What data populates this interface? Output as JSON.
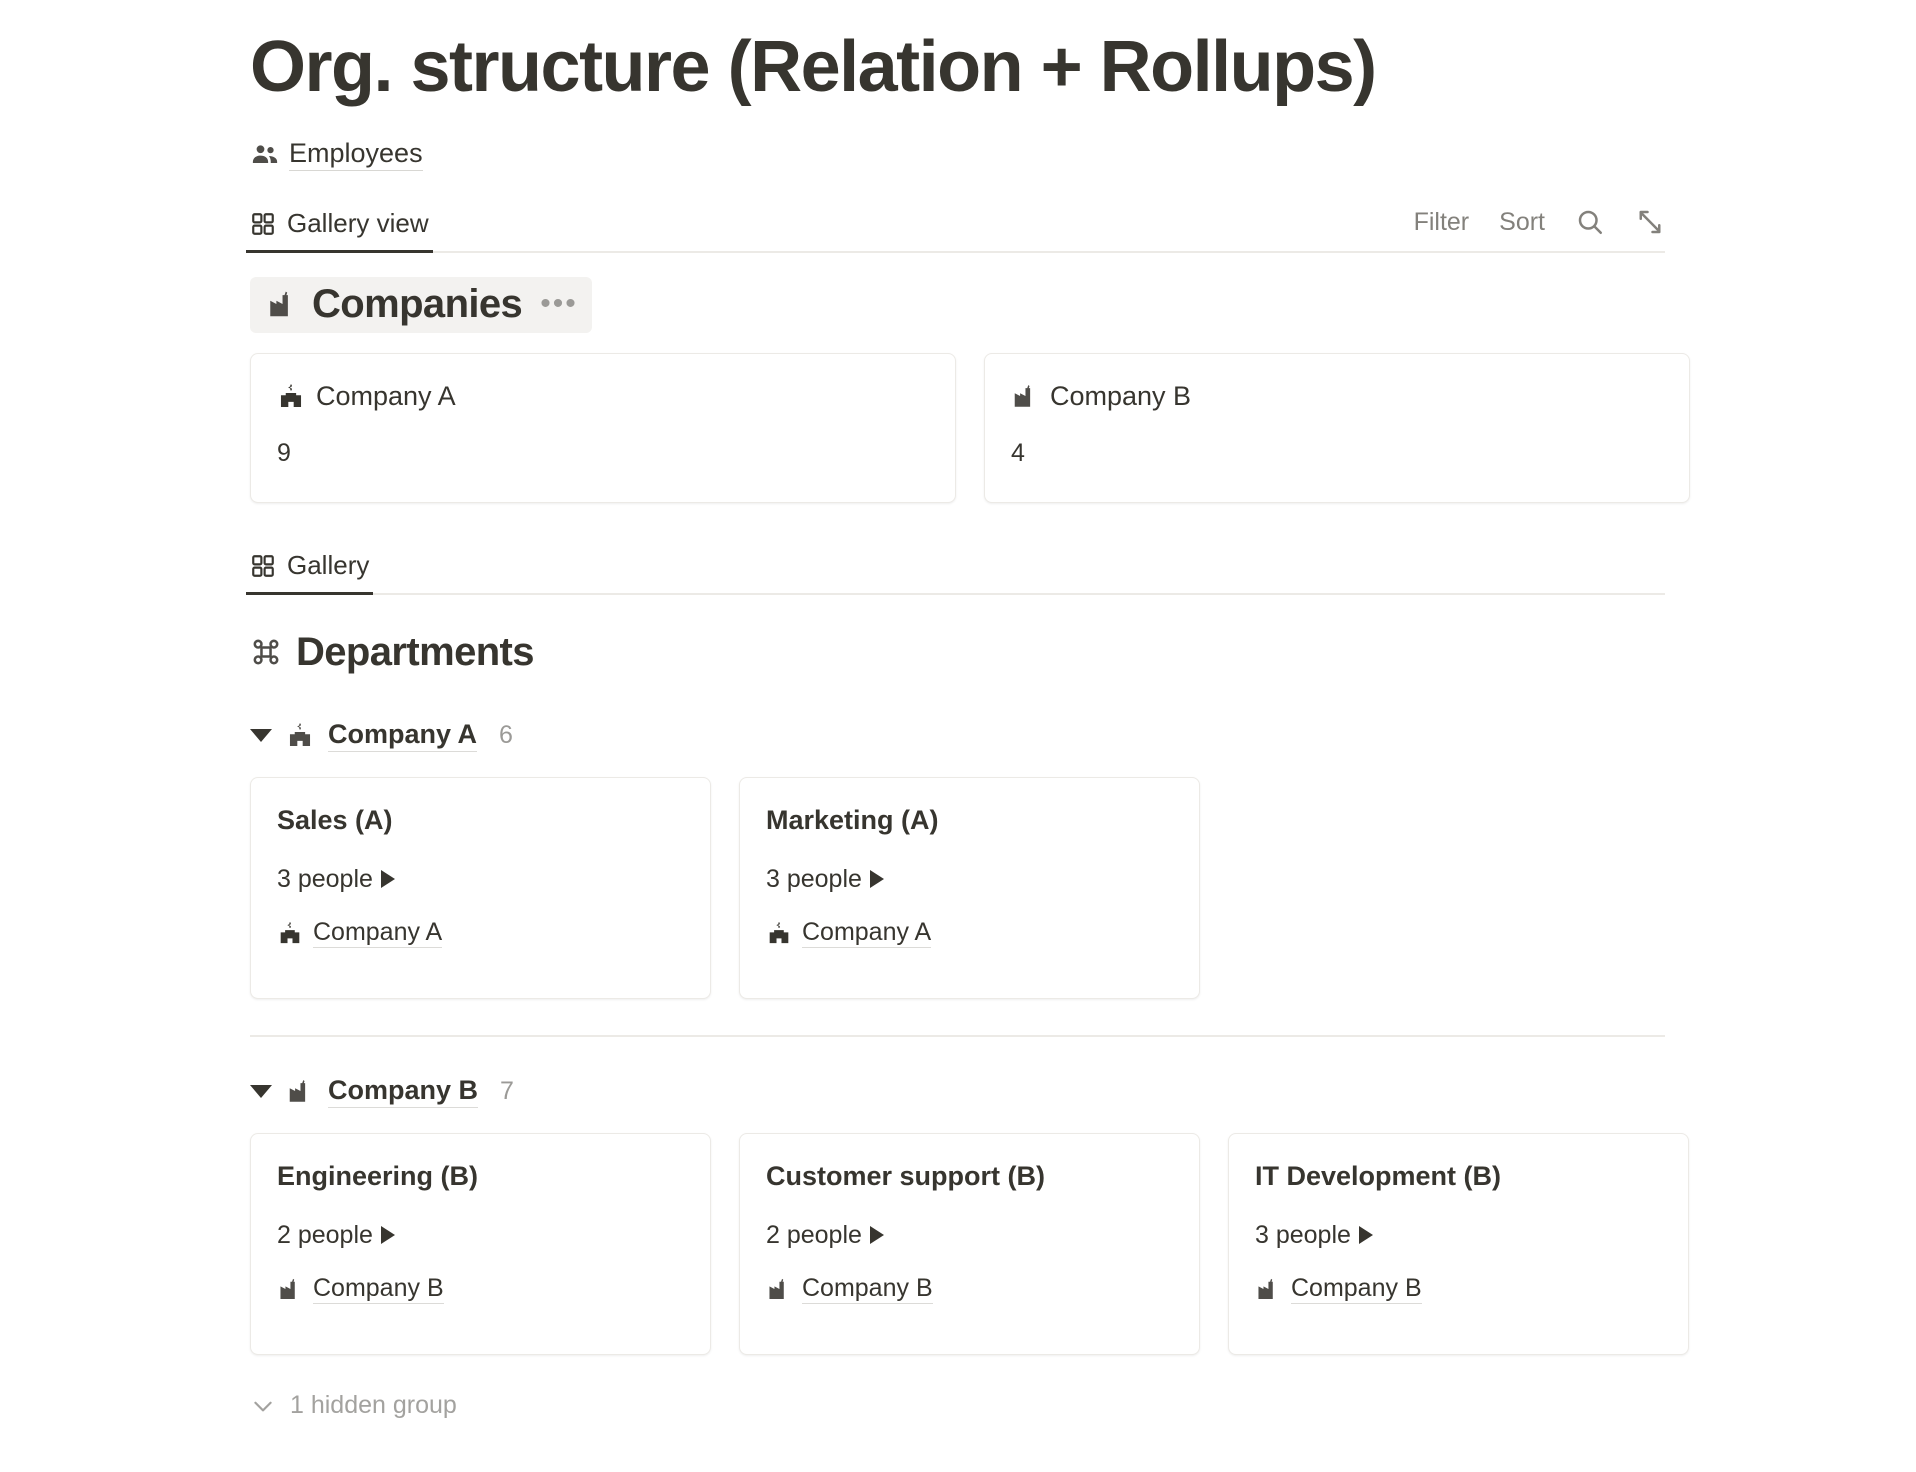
{
  "page": {
    "title": "Org. structure (Relation + Rollups)",
    "source": {
      "label": "Employees",
      "icon": "people-group-icon"
    }
  },
  "view_tabs_primary": {
    "tabs": [
      {
        "label": "Gallery view",
        "icon": "gallery-grid-icon",
        "active": true
      }
    ],
    "toolbar": {
      "filter_label": "Filter",
      "sort_label": "Sort",
      "search_icon": "search-icon",
      "expand_icon": "expand-diagonal-icon"
    }
  },
  "companies_section": {
    "heading": "Companies",
    "heading_icon": "factory-building-icon",
    "menu_icon": "ellipsis-icon",
    "cards": [
      {
        "title": "Company A",
        "icon": "school-building-icon",
        "metric": "9"
      },
      {
        "title": "Company B",
        "icon": "factory-building-icon",
        "metric": "4"
      }
    ]
  },
  "view_tabs_secondary": {
    "tabs": [
      {
        "label": "Gallery",
        "icon": "gallery-grid-icon",
        "active": true
      }
    ]
  },
  "departments_section": {
    "heading": "Departments",
    "heading_icon": "place-of-interest-icon",
    "groups": [
      {
        "name": "Company A",
        "icon": "school-building-icon",
        "count": "6",
        "expanded": true,
        "cards": [
          {
            "title": "Sales (A)",
            "people": "3 people",
            "relation": "Company A",
            "relation_icon": "school-building-icon"
          },
          {
            "title": "Marketing (A)",
            "people": "3 people",
            "relation": "Company A",
            "relation_icon": "school-building-icon"
          }
        ]
      },
      {
        "name": "Company B",
        "icon": "factory-building-icon",
        "count": "7",
        "expanded": true,
        "cards": [
          {
            "title": "Engineering (B)",
            "people": "2 people",
            "relation": "Company B",
            "relation_icon": "factory-building-icon"
          },
          {
            "title": "Customer support (B)",
            "people": "2 people",
            "relation": "Company B",
            "relation_icon": "factory-building-icon"
          },
          {
            "title": "IT Development (B)",
            "people": "3 people",
            "relation": "Company B",
            "relation_icon": "factory-building-icon"
          }
        ]
      }
    ],
    "hidden_group_label": "1 hidden group",
    "hidden_group_icon": "chevron-down-icon"
  },
  "colors": {
    "text": "#37352f",
    "muted": "#9b9a97",
    "border": "#eceae6",
    "highlight_bg": "#f3f2f0"
  }
}
